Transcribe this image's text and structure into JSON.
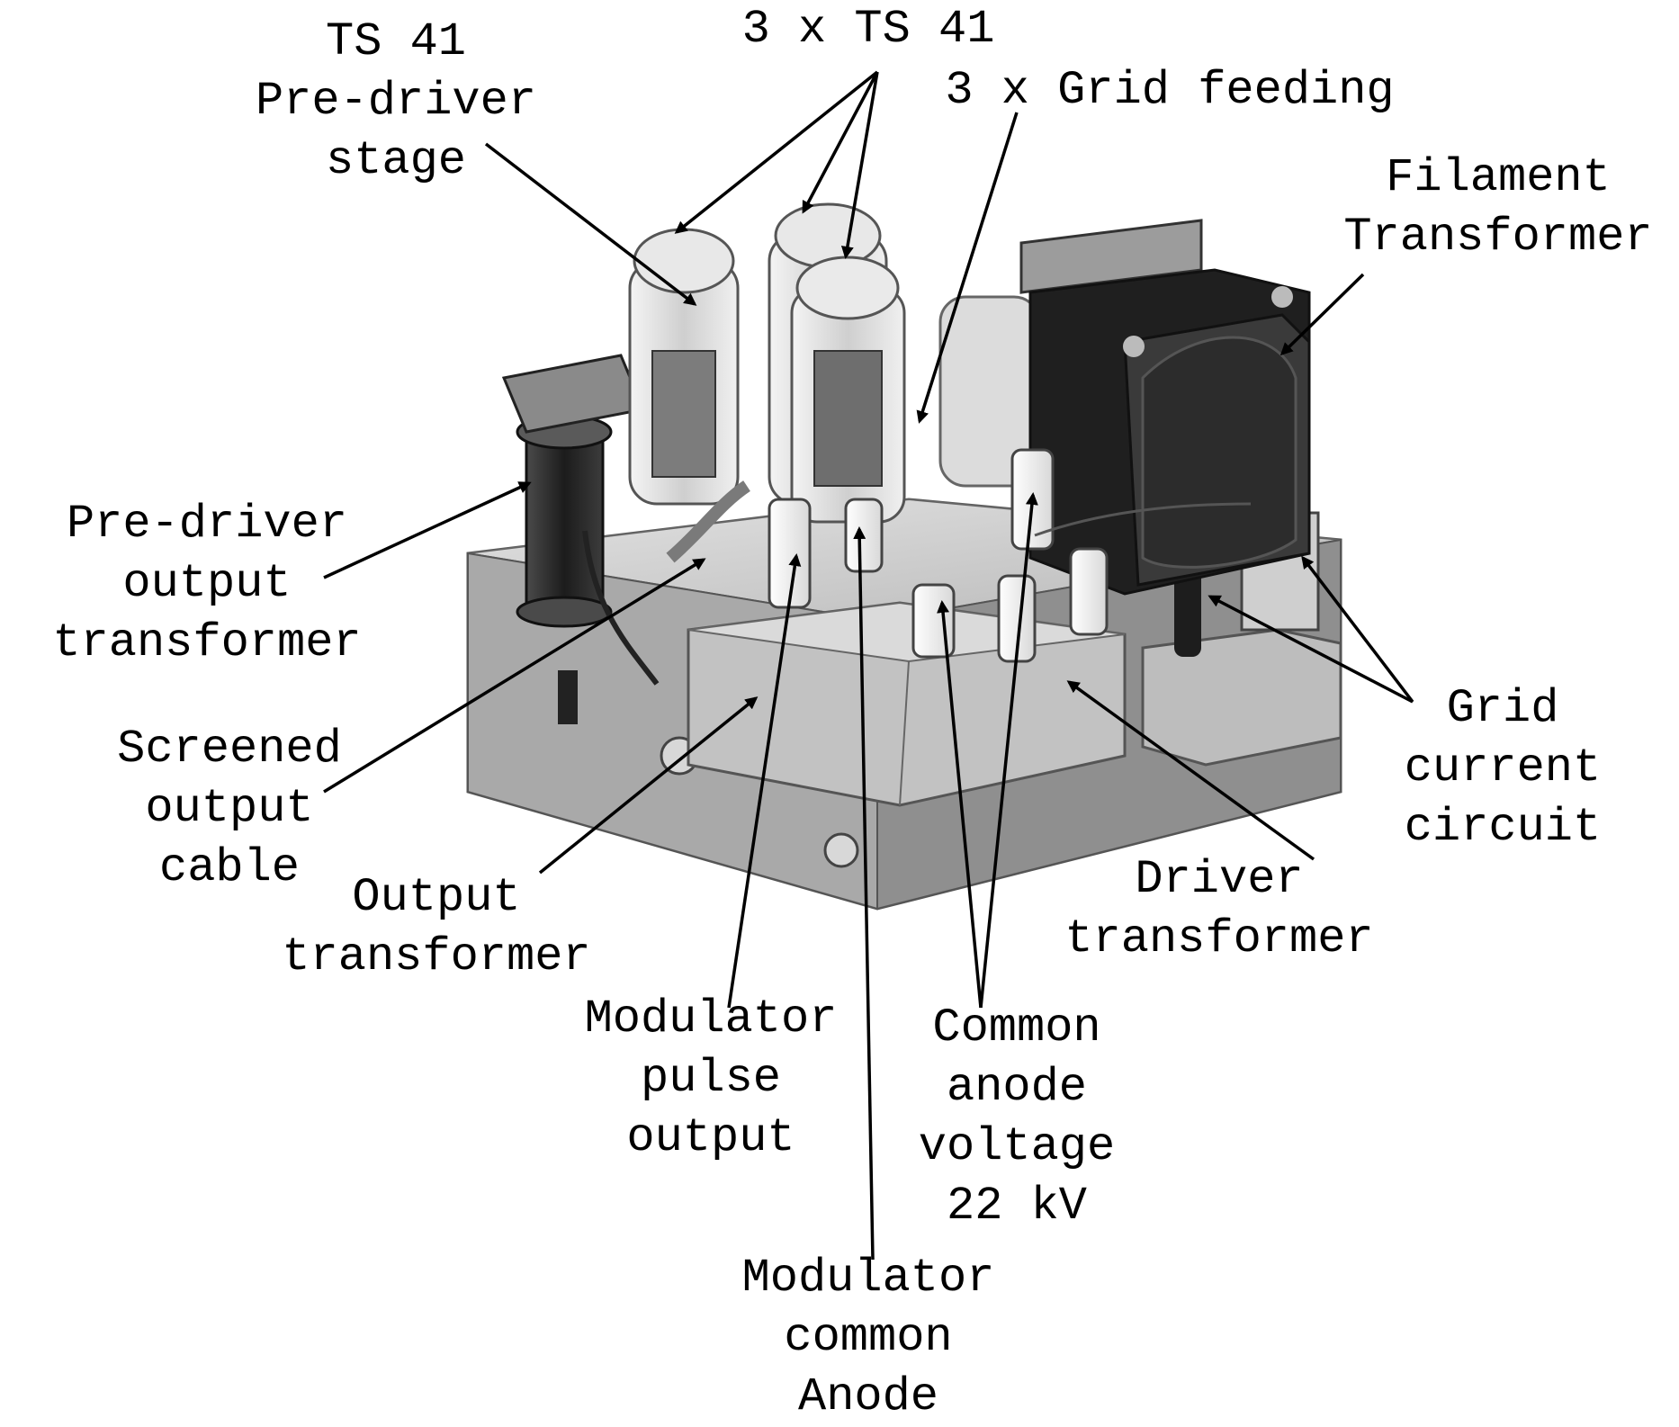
{
  "labels": {
    "ts41": [
      "TS 41",
      "Pre-driver",
      "stage"
    ],
    "ts41x3": [
      "3 x TS 41"
    ],
    "grid_feeding": [
      "3 x Grid feeding"
    ],
    "filament": [
      "Filament",
      "Transformer"
    ],
    "predriver_transformer": [
      "Pre-driver",
      "output",
      "transformer"
    ],
    "screened_cable": [
      "Screened",
      "output",
      "cable"
    ],
    "output_transformer": [
      "Output",
      "transformer"
    ],
    "modulator_pulse": [
      "Modulator",
      "pulse",
      "output"
    ],
    "modulator_anode": [
      "Modulator",
      "common",
      "Anode"
    ],
    "common_anode": [
      "Common",
      "anode",
      "voltage",
      "22 kV"
    ],
    "driver_transformer": [
      "Driver",
      "transformer"
    ],
    "grid_current": [
      "Grid",
      "current",
      "circuit"
    ]
  },
  "colors": {
    "ink": "#000000",
    "paper": "#ffffff",
    "chassis_light": "#cfcfcf",
    "chassis_mid": "#9a9a9a",
    "chassis_dark": "#3a3a3a",
    "tube_glass": "#e6e6e6",
    "transformer_core": "#2a2a2a"
  },
  "photo": {
    "subject": "modulator-chassis-photo"
  }
}
